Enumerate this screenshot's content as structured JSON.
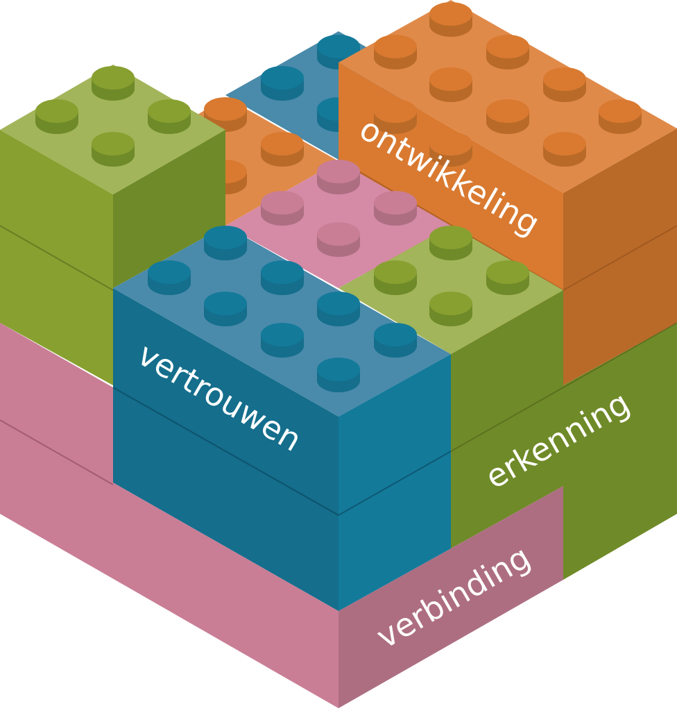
{
  "labels": {
    "top": "ontwikkeling",
    "middle": "vertrouwen",
    "right": "erkenning",
    "bottom": "verbinding"
  },
  "colors": {
    "orange": "#e08a4a",
    "orange_side": "#d97a30",
    "orange_dark": "#b96a28",
    "blue": "#4a8aaa",
    "blue_side": "#137a9a",
    "blue_dark": "#146e8c",
    "green": "#a2b55a",
    "green_side": "#88a030",
    "green_dark": "#6f8a28",
    "pink": "#d58aa6",
    "pink_side": "#c97e96",
    "pink_dark": "#ad6e82"
  }
}
